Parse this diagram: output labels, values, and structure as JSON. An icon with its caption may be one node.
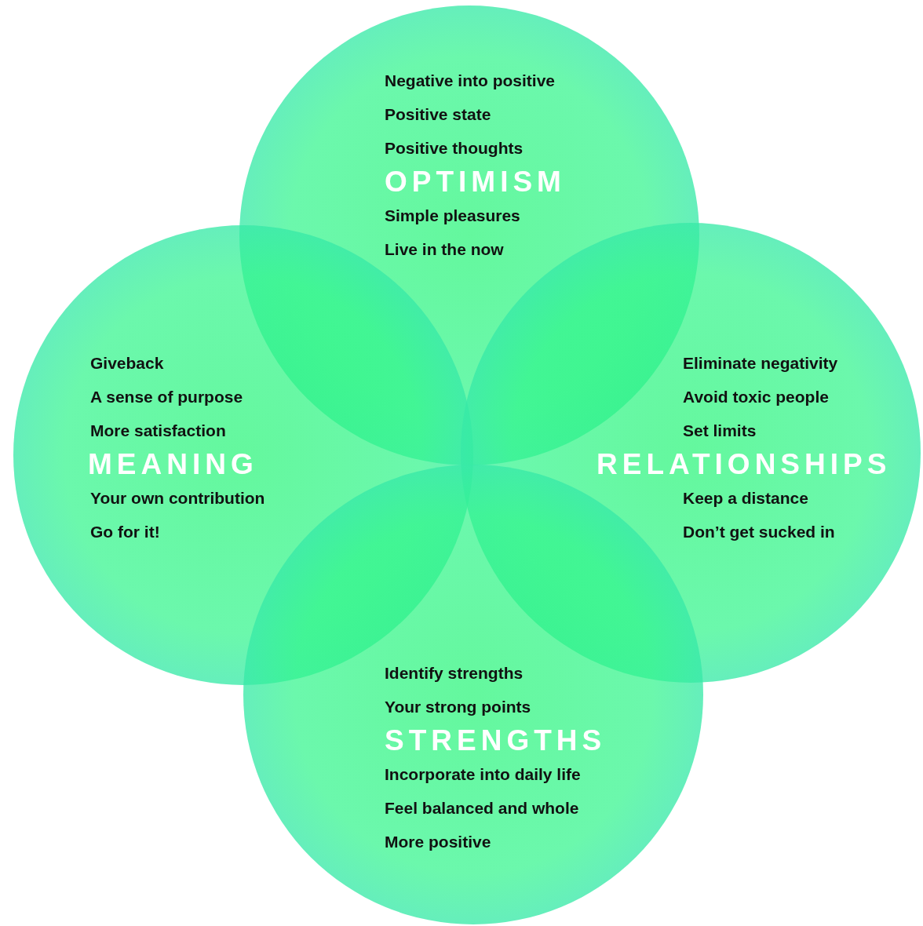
{
  "diagram": {
    "nodes": [
      {
        "text": [
          "Negative into positive",
          "Positive state",
          "Positive thoughts",
          "OPTIMISM",
          "Simple pleasures",
          "Live in the now"
        ]
      },
      {
        "text": [
          "Giveback",
          "A sense of purpose",
          "More satisfaction",
          "MEANING",
          "Your own contribution",
          "Go for it!"
        ]
      },
      {
        "text": [
          "Eliminate negativity",
          "Avoid toxic people",
          "Set limits",
          "RELATIONSHIPS",
          "Keep a distance",
          "Don’t get sucked in"
        ]
      },
      {
        "text": [
          "Identify strengths",
          "Your strong points",
          "STRENGTHS",
          "Incorporate into daily life",
          "Feel balanced and whole",
          "More positive"
        ]
      }
    ]
  }
}
